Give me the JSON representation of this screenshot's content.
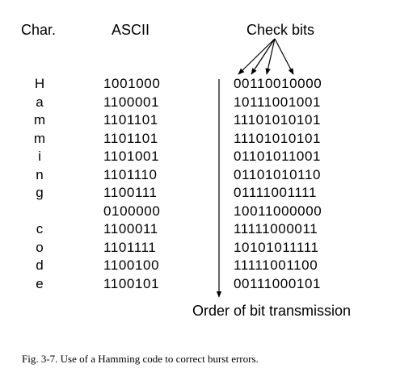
{
  "headers": {
    "char": "Char.",
    "ascii": "ASCII",
    "check_bits": "Check bits"
  },
  "rows": [
    {
      "char": "H",
      "ascii": "1001000",
      "bits": "00110010000"
    },
    {
      "char": "a",
      "ascii": "1100001",
      "bits": "10111001001"
    },
    {
      "char": "m",
      "ascii": "1101101",
      "bits": "11101010101"
    },
    {
      "char": "m",
      "ascii": "1101101",
      "bits": "11101010101"
    },
    {
      "char": "i",
      "ascii": "1101001",
      "bits": "01101011001"
    },
    {
      "char": "n",
      "ascii": "1101110",
      "bits": "01101010110"
    },
    {
      "char": "g",
      "ascii": "1100111",
      "bits": "01111001111"
    },
    {
      "char": "",
      "ascii": "0100000",
      "bits": "10011000000"
    },
    {
      "char": "c",
      "ascii": "1100011",
      "bits": "11111000011"
    },
    {
      "char": "o",
      "ascii": "1101111",
      "bits": "10101011111"
    },
    {
      "char": "d",
      "ascii": "1100100",
      "bits": "11111001100"
    },
    {
      "char": "e",
      "ascii": "1100101",
      "bits": "00111000101"
    }
  ],
  "transmission_label": "Order of bit transmission",
  "caption": "Fig. 3-7.  Use of a Hamming code to correct burst errors."
}
